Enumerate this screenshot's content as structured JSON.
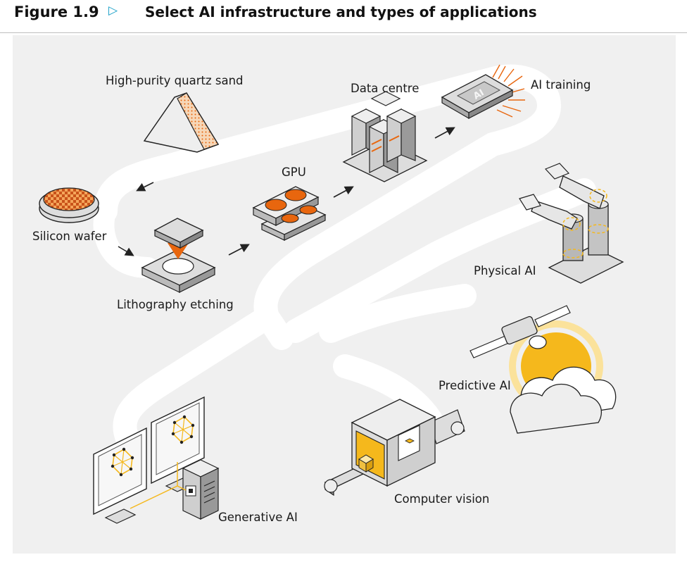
{
  "figure": {
    "label": "Figure 1.9",
    "title": "Select AI infrastructure and types of applications"
  },
  "nodes": {
    "quartz": "High-purity quartz sand",
    "wafer": "Silicon wafer",
    "litho": "Lithography etching",
    "gpu": "GPU",
    "datacentre": "Data centre",
    "training": "AI training",
    "physical": "Physical AI",
    "predictive": "Predictive AI",
    "vision": "Computer vision",
    "generative": "Generative AI"
  },
  "chip_text": "AI",
  "colors": {
    "accent_blue": "#1aa0c8",
    "orange": "#e8660e",
    "yellow": "#f5b81c",
    "path": "#ffffff",
    "background": "#f0f0f0"
  }
}
